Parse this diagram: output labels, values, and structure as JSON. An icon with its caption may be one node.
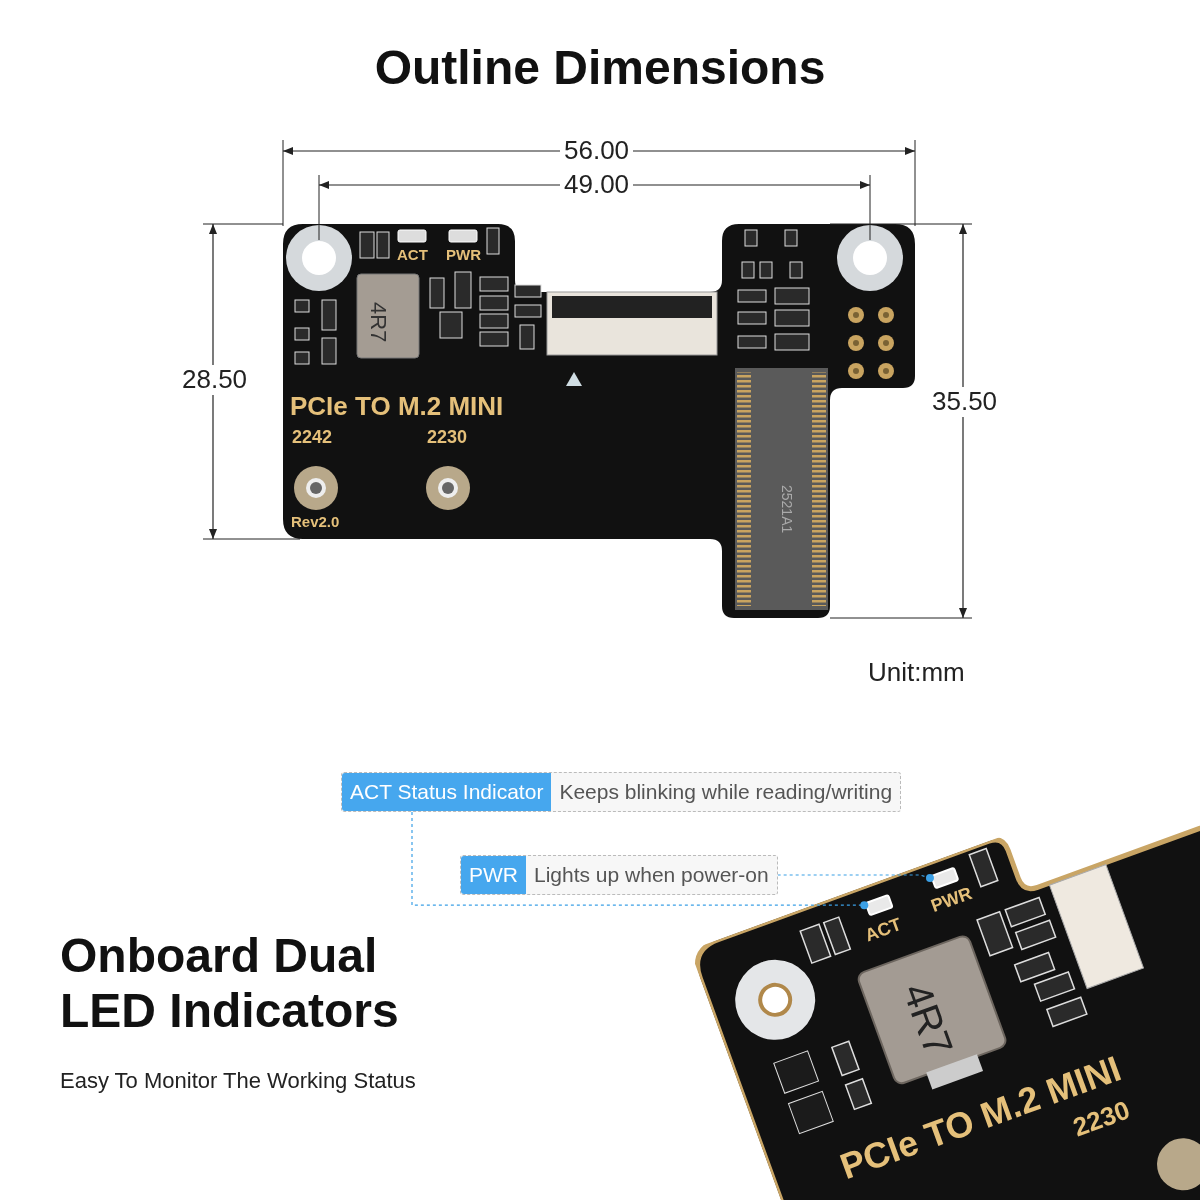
{
  "diagram": {
    "title": "Outline Dimensions",
    "nodes": [
      {
        "text": [
          "ACT Status Indicator",
          "Keeps blinking while reading/writing"
        ]
      },
      {
        "text": [
          "PWR",
          "Lights up when power-on"
        ]
      },
      {
        "text": [],
        "shape": "box"
      },
      {
        "text": [],
        "shape": "box"
      }
    ],
    "edges": [
      {
        "from": 0,
        "to": 2,
        "arrow": "other",
        "style": "dashed"
      },
      {
        "from": 1,
        "to": 3,
        "arrow": "other",
        "style": "dashed"
      }
    ],
    "labels": [
      "56.00",
      "49.00",
      "ACT",
      "PWR",
      "4R7",
      "28.50",
      "PCIe TO M.2 MINI",
      "35.50",
      "2242",
      "2230",
      "2521A1",
      "Rev2.0",
      "Unit:mm",
      "PWR",
      "ACT",
      "4R7",
      "Onboard Dual LED Indicators",
      "Easy To Monitor The Working Status",
      "PCIe TO M.2 MINI",
      "2230"
    ]
  }
}
